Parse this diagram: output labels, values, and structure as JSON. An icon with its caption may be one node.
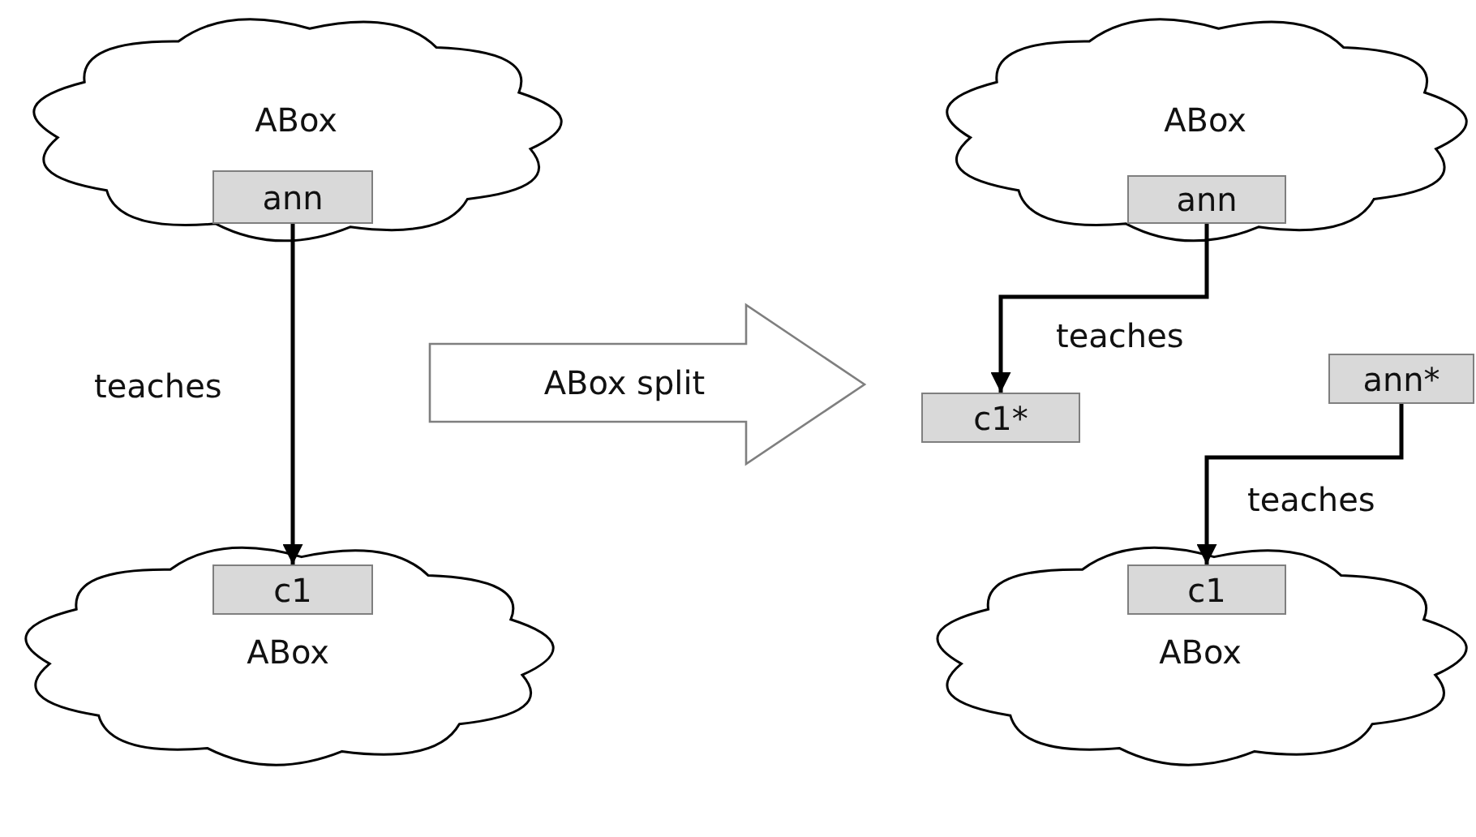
{
  "diagram": {
    "nodes": [
      {
        "text": [
          "ABox"
        ]
      },
      {
        "text": [
          "ann"
        ],
        "in": 0
      },
      {
        "text": [
          "ABox"
        ]
      },
      {
        "text": [
          "c1"
        ],
        "in": 2
      },
      {
        "text": [
          "ABox split"
        ]
      },
      {
        "text": [
          "ABox"
        ]
      },
      {
        "text": [
          "ann"
        ],
        "in": 5
      },
      {
        "text": [
          "c1*"
        ]
      },
      {
        "text": [
          "ann*"
        ]
      },
      {
        "text": [
          "ABox"
        ]
      },
      {
        "text": [
          "c1"
        ],
        "in": 9
      }
    ],
    "edges": [
      {
        "from": 1,
        "to": 3,
        "arrow": "to",
        "label": "teaches"
      },
      {
        "from": 6,
        "to": 7,
        "arrow": "to",
        "label": "teaches"
      },
      {
        "from": 8,
        "to": 10,
        "arrow": "to",
        "label": "teaches"
      }
    ]
  }
}
